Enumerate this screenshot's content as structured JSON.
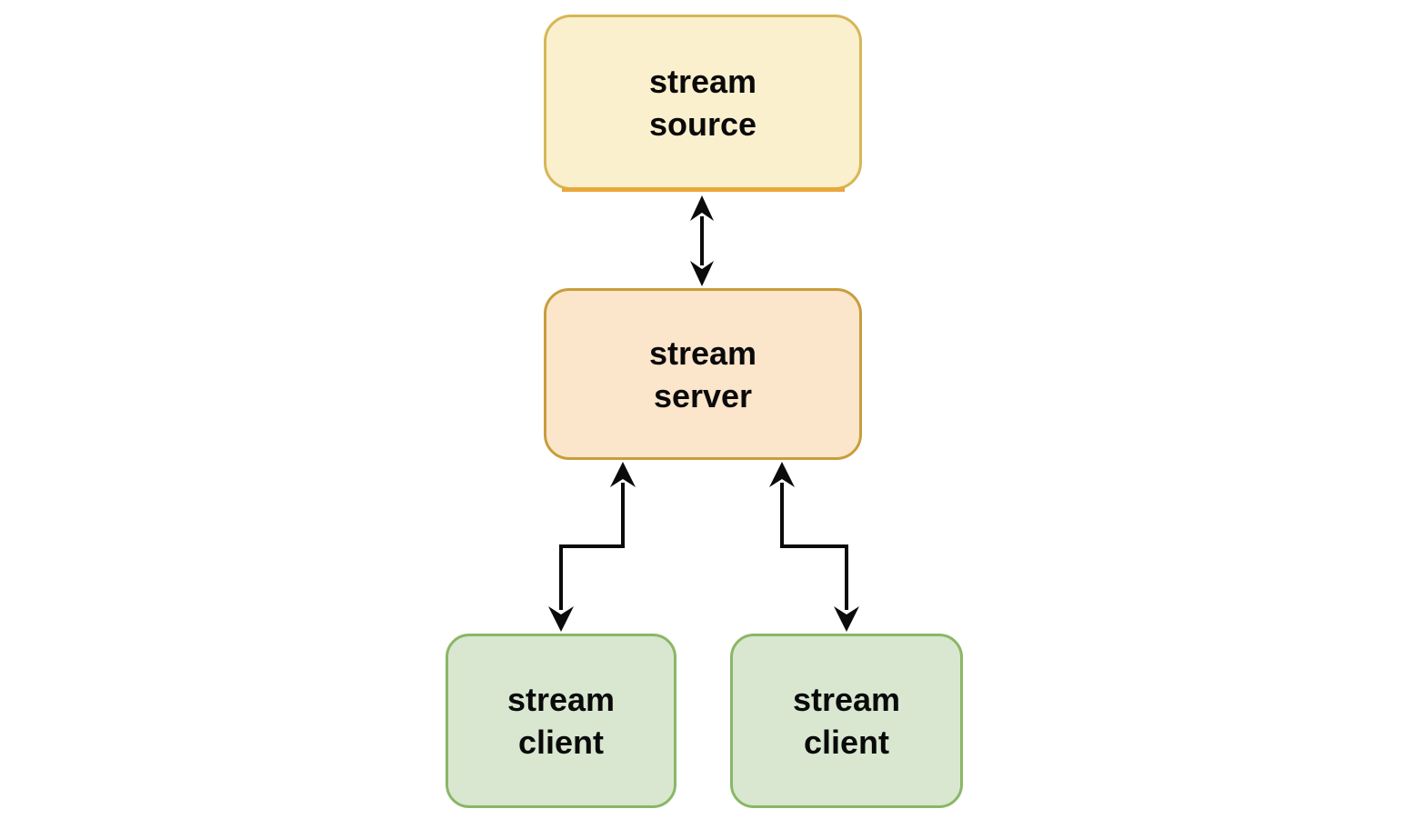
{
  "diagram": {
    "background_color": "#ffffff",
    "arrow_color": "#0b0b0b",
    "accent_line_color": "#E9A73C",
    "nodes": [
      {
        "id": "stream-source",
        "lines": [
          "stream",
          "source"
        ],
        "fill": "#FAF0CE",
        "border": "#D6B656"
      },
      {
        "id": "stream-server",
        "lines": [
          "stream",
          "server"
        ],
        "fill": "#FBE5CB",
        "border": "#C89D3C"
      },
      {
        "id": "stream-client-left",
        "lines": [
          "stream",
          "client"
        ],
        "fill": "#D9E7D1",
        "border": "#89B767"
      },
      {
        "id": "stream-client-right",
        "lines": [
          "stream",
          "client"
        ],
        "fill": "#D9E7D1",
        "border": "#89B767"
      }
    ],
    "edges": [
      {
        "from": "stream-source",
        "to": "stream-server",
        "direction": "bidirectional",
        "shape": "straight-vertical"
      },
      {
        "from": "stream-server",
        "to": "stream-client-left",
        "direction": "bidirectional",
        "shape": "step"
      },
      {
        "from": "stream-server",
        "to": "stream-client-right",
        "direction": "bidirectional",
        "shape": "step"
      }
    ]
  }
}
